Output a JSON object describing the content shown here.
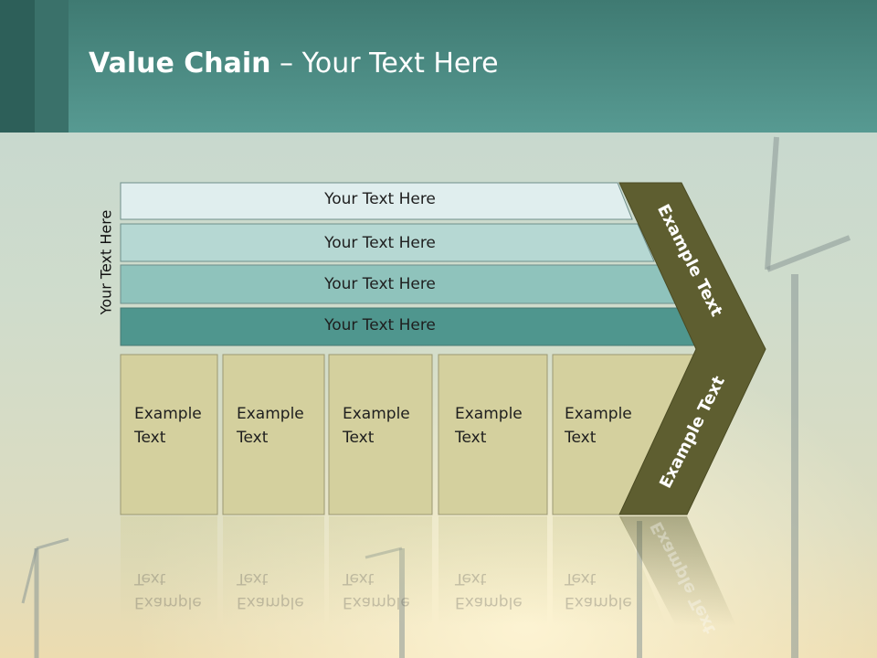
{
  "slide": {
    "title_bold": "Value Chain",
    "title_rest": " – Your Text Here",
    "side_label": "Your Text Here"
  },
  "rows": [
    {
      "label": "Your Text Here",
      "color": "#e0eeee"
    },
    {
      "label": "Your Text Here",
      "color": "#b6d8d3"
    },
    {
      "label": "Your Text Here",
      "color": "#8fc3bc"
    },
    {
      "label": "Your Text Here",
      "color": "#4f968e"
    }
  ],
  "columns": [
    {
      "line1": "Example",
      "line2": "Text"
    },
    {
      "line1": "Example",
      "line2": "Text"
    },
    {
      "line1": "Example",
      "line2": "Text"
    },
    {
      "line1": "Example",
      "line2": "Text"
    },
    {
      "line1": "Example",
      "line2": "Text"
    }
  ],
  "chevron": {
    "upper_text": "Example Text",
    "lower_text": "Example Text",
    "color": "#5e5e30"
  },
  "colors": {
    "header": "#4f8f88",
    "column_fill": "#d4d09e"
  }
}
